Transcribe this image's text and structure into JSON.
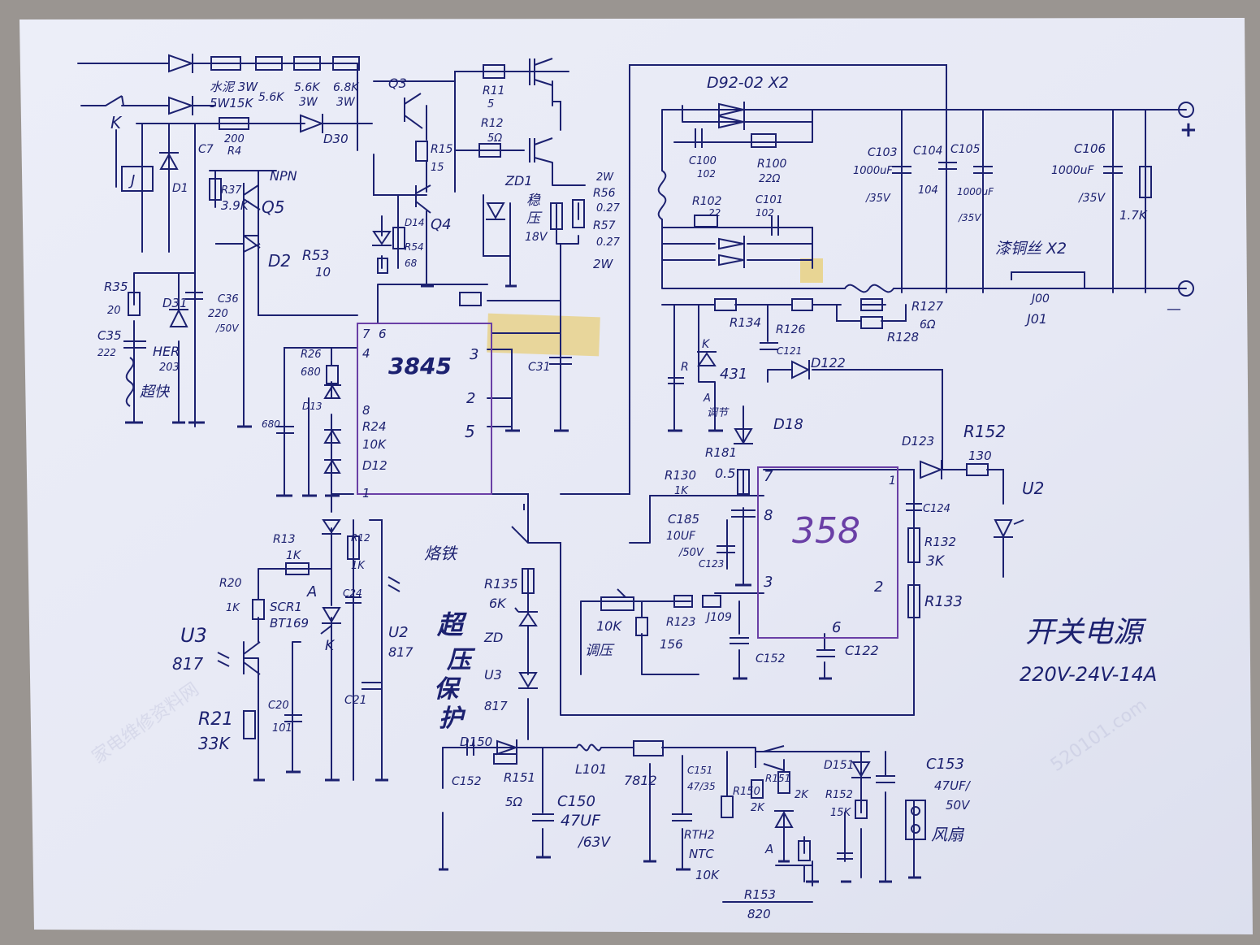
{
  "labels": {
    "title": "开关电源",
    "spec": "220V-24V-14A",
    "ic_3845": "3845",
    "ic_358": "358",
    "fan": "风扇",
    "iron": "烙铁",
    "ovp_1": "超",
    "ovp_2": "压",
    "ovp_3": "保",
    "ovp_4": "护",
    "ovp_zd": "ZD",
    "ovp_u3": "U3",
    "ovp_817": "817",
    "enamel_wire": "漆铜丝 X2",
    "out_plus": "+",
    "out_minus": "—",
    "j00": "J00",
    "j01": "J01",
    "d92": "D92-02 X2",
    "hv_1": "水泥 3W",
    "hv_2": "5W15K",
    "hv_3": "5.6K",
    "hv_4": "3W",
    "hv_5": "5.6K",
    "hv_6": "3W",
    "hv_7": "6.8K",
    "hv_8": "3W",
    "r200": "200",
    "r200b": "R4",
    "d30": "D30",
    "q5_npn": "NPN",
    "q5": "Q5",
    "r37": "R37",
    "r37v": "3.9K",
    "c7": "C7",
    "d1": "D1",
    "relay_j": "J",
    "k_switch": "K",
    "d2": "D2",
    "r53": "R53",
    "r53v": "10",
    "r35": "R35",
    "r35v": "20",
    "c35": "C35",
    "c35v": "222",
    "d31": "D31",
    "her": "HER",
    "her_v": "203",
    "chao_kuai": "超快",
    "c36": "C36",
    "c36v": "220",
    "c36u": "/50V",
    "q3": "Q3",
    "r11": "R11",
    "r11v": "5",
    "r12": "R12",
    "r12v": "5Ω",
    "r15": "R15",
    "r15v": "15",
    "q4": "Q4",
    "d14": "D14",
    "r54": "R54",
    "r54v": "68",
    "zd1": "ZD1",
    "zd1_a": "稳",
    "zd1_b": "压",
    "zd1_v": "18V",
    "r56_w": "2W",
    "r56": "R56",
    "r56v": "0.27",
    "r57": "R57",
    "r57v": "0.27",
    "r57_w": "2W",
    "c31": "C31",
    "r26": "R26",
    "r26v": "680",
    "c_680": "680",
    "d13": "D13",
    "r24": "R24",
    "r24v": "10K",
    "d12": "D12",
    "r13": "R13",
    "r13v": "1K",
    "r12b": "R12",
    "r12bv": "1K",
    "r20": "R20",
    "r20v": "1K",
    "scr1": "SCR1",
    "bt169": "BT169",
    "u3": "U3",
    "u3v": "817",
    "u2": "U2",
    "u2v": "817",
    "r21": "R21",
    "r21v": "33K",
    "c20": "C20",
    "c20v": "101",
    "c21": "C21",
    "c24": "C24",
    "pin7": "7",
    "pin6": "6",
    "pin4": "4",
    "pin8": "8",
    "pin1": "1",
    "pin3": "3",
    "pin2": "2",
    "pin5": "5",
    "c100": "C100",
    "c100v": "102",
    "r100": "R100",
    "r100v": "22Ω",
    "r102": "R102",
    "r102v": "22",
    "c101": "C101",
    "c101v": "102",
    "c103": "C103",
    "c103v": "1000uF",
    "c103u": "/35V",
    "c104": "C104",
    "c104v": "104",
    "c105": "C105",
    "c105v": "1000uF",
    "c105u": "/35V",
    "c106": "C106",
    "c106v": "1000uF",
    "c106u": "/35V",
    "r_17k": "1.7K",
    "r134": "R134",
    "r126": "R126",
    "r127": "R127",
    "r127v": "6Ω",
    "r128": "R128",
    "c121": "C121",
    "d122": "D122",
    "tl431": "431",
    "tl_k": "K",
    "tl_a": "A",
    "tl_r": "R",
    "adj": "调节",
    "d18": "D18",
    "r181": "R181",
    "r181v": "0.5",
    "r130": "R130",
    "r130v": "1K",
    "c185": "C185",
    "c185v": "10UF",
    "c185u": "/50V",
    "c123": "C123",
    "d123": "D123",
    "r152": "R152",
    "r152v": "130",
    "c124": "C124",
    "r132": "R132",
    "r132v": "3K",
    "r133": "R133",
    "u2b": "U2",
    "pot": "10K",
    "pot_label": "调压",
    "r123": "R123",
    "r123v": "156",
    "j109": "J109",
    "c152b": "C152",
    "c122": "C122",
    "pin358_7": "7",
    "pin358_8": "8",
    "pin358_3": "3",
    "pin358_6": "6",
    "pin358_1": "1",
    "pin358_2": "2",
    "r135": "R135",
    "r135v": "6K",
    "d150": "D150",
    "c152": "C152",
    "r151": "R151",
    "r151v": "5Ω",
    "l101": "L101",
    "c150": "C150",
    "c150v": "47UF",
    "c150u": "/63V",
    "reg": "7812",
    "c151": "C151",
    "c151v": "47/35",
    "rth2": "RTH2",
    "ntc": "NTC",
    "ntcv": "10K",
    "r150": "R150",
    "r150v": "2K",
    "r151b": "R151",
    "r151bv": "2K",
    "r152b": "R152",
    "r152bv": "15K",
    "r153": "R153",
    "r153v": "820",
    "d151": "D151",
    "c153": "C153",
    "c153v": "47UF/",
    "c153u": "50V",
    "watermark": "家电维修资料网",
    "watermark_url": "520101.com"
  },
  "colors": {
    "ink": "#1c2170",
    "purple": "#6a3fa6",
    "paper": "#e9ebf6",
    "tape": "#e8cf7c",
    "background": "#9a9591"
  }
}
